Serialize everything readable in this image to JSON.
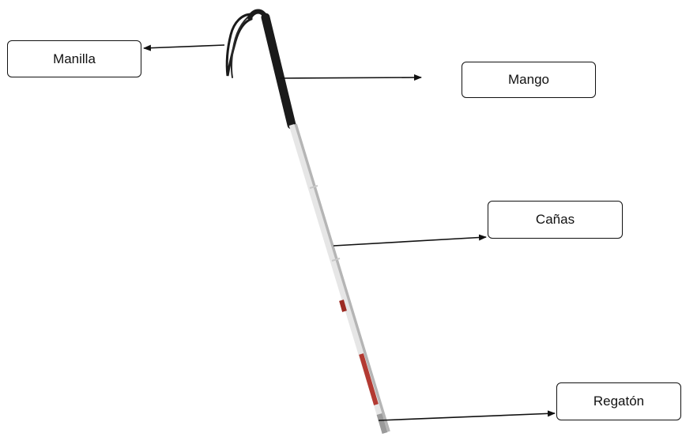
{
  "labels": {
    "manilla": "Manilla",
    "mango": "Mango",
    "canas": "Cañas",
    "regaton": "Regatón"
  },
  "colors": {
    "line": "#111111",
    "handle": "#1a1a1a",
    "shaft": "#e6e6e6",
    "shaft_shadow": "#b5b5b5",
    "tip": "#b33a32",
    "band": "#9c2a22"
  }
}
